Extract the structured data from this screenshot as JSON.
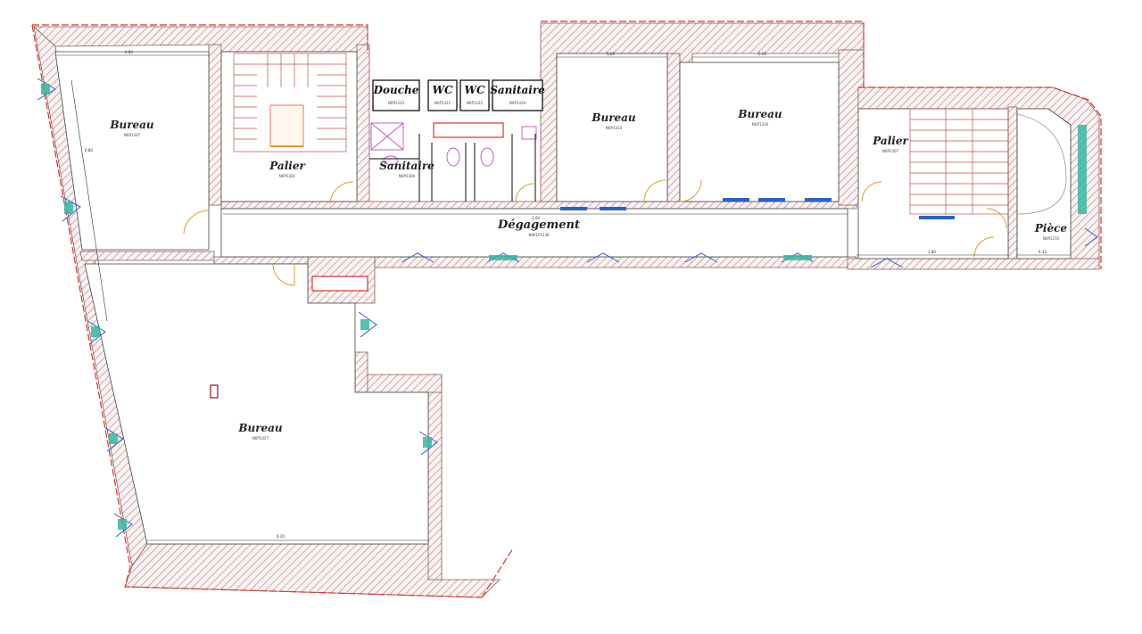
{
  "plan": {
    "colors": {
      "wall_hatch": "#b98a8a",
      "boundary": "#e03030",
      "window": "#2a63c9",
      "window_fill": "#35b7a0",
      "door": "#d9a030",
      "stair": "#c25050",
      "fixture": "#c050c0",
      "dim": "#333333"
    },
    "rooms": [
      {
        "name": "Bureau",
        "code": "N0P1307"
      },
      {
        "name": "Palier",
        "code": "N0P1301"
      },
      {
        "name": "Sanitaire",
        "code": "N0P1309"
      },
      {
        "name": "Bureau",
        "code": "N0P1314"
      },
      {
        "name": "Bureau",
        "code": "N0P1316"
      },
      {
        "name": "Palier",
        "code": "N0P1307"
      },
      {
        "name": "Dégagement",
        "code": "N0P1P1338"
      },
      {
        "name": "Pièce",
        "code": "N0P1370"
      },
      {
        "name": "Bureau",
        "code": "N0P1327"
      }
    ],
    "boxed_labels": [
      {
        "name": "Douche",
        "code": "N0P1333"
      },
      {
        "name": "WC",
        "code": "N0P1321"
      },
      {
        "name": "WC",
        "code": "N0P1322"
      },
      {
        "name": "Sanitaire",
        "code": "N0P1329"
      }
    ],
    "dimensions": [
      "6.80",
      "5.02",
      "6.20",
      "6.20",
      "3.00",
      "1.80",
      "6.33",
      "6.80"
    ]
  }
}
